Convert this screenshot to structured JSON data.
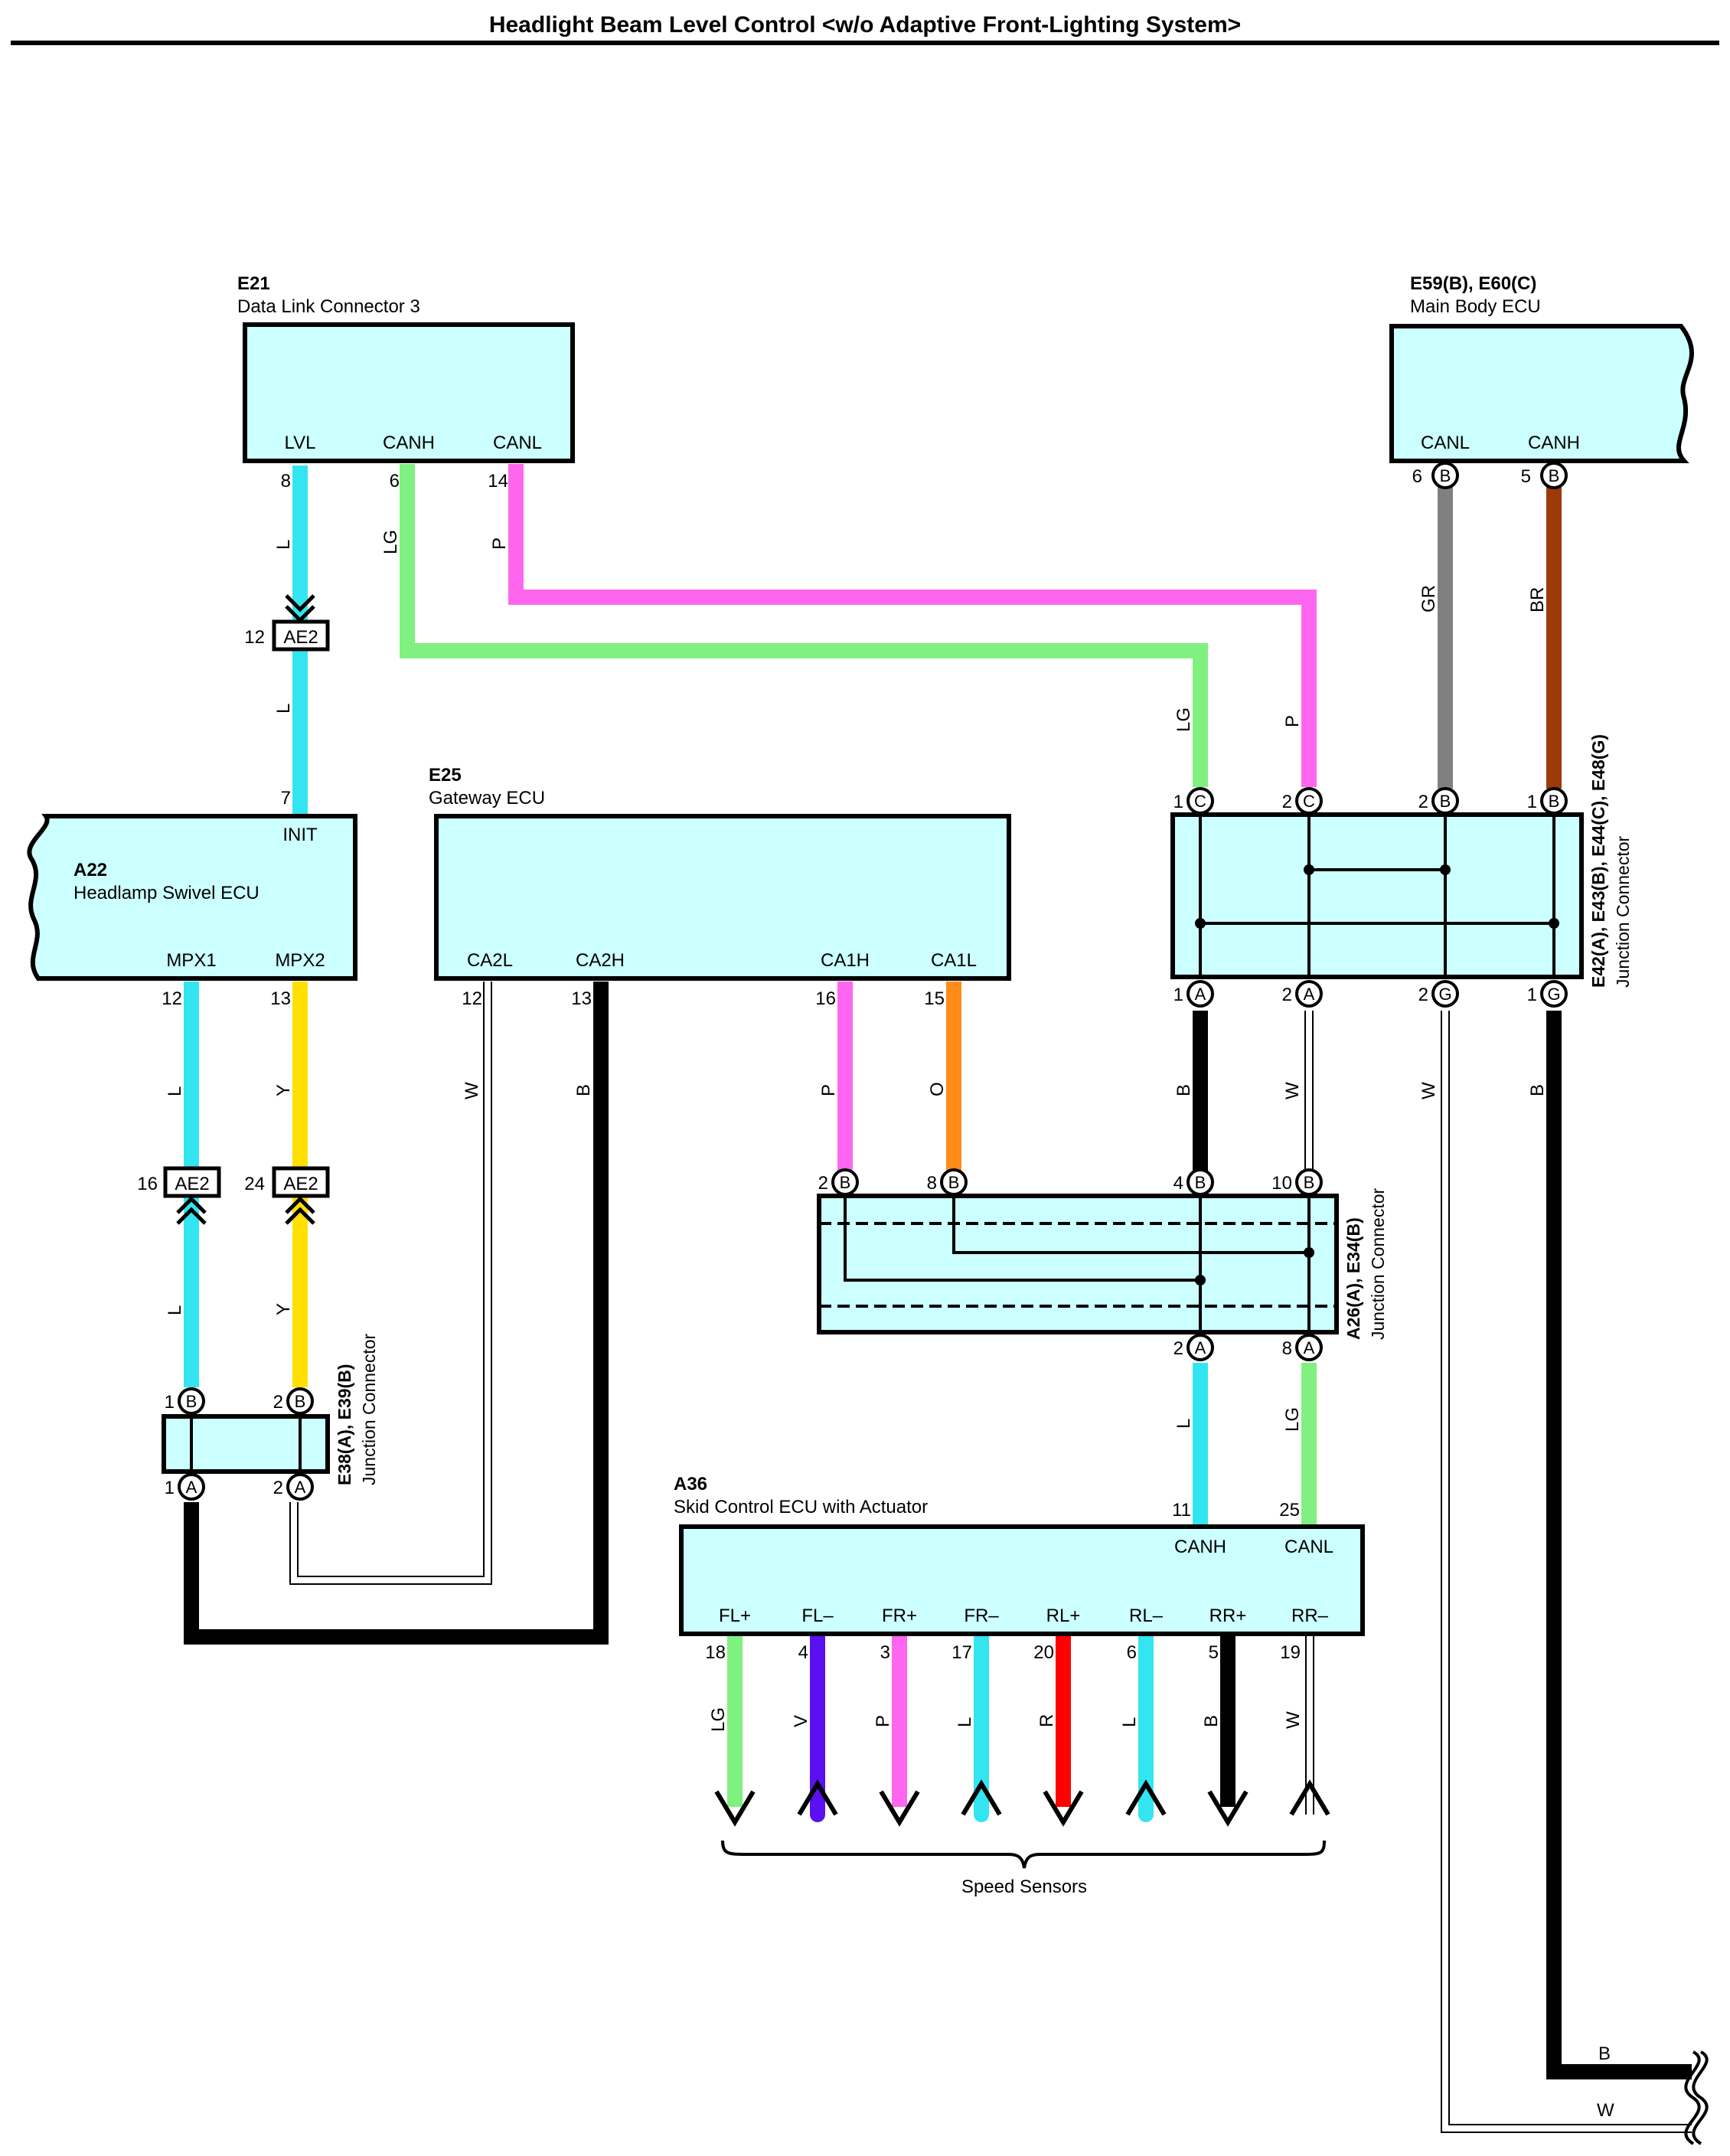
{
  "title": "Headlight Beam Level Control <w/o Adaptive Front-Lighting System>",
  "colors": {
    "L": "#33e5f0",
    "LG": "#80f080",
    "P": "#ff66f0",
    "O": "#ff8c1a",
    "Y": "#ffe000",
    "B": "#000000",
    "W": "#ffffff",
    "GR": "#808080",
    "BR": "#9c3a0a",
    "V": "#5a10f0",
    "R": "#ff0000",
    "box_fill": "#ccffff"
  },
  "components": {
    "e21": {
      "id": "E21",
      "name": "Data Link Connector 3",
      "pins": [
        "LVL",
        "CANH",
        "CANL"
      ],
      "pin_numbers": [
        "8",
        "6",
        "14"
      ]
    },
    "e59": {
      "id": "E59(B), E60(C)",
      "name": "Main Body ECU",
      "pins": [
        "CANL",
        "CANH"
      ],
      "pin_numbers": [
        "6",
        "5"
      ],
      "pin_letters": [
        "B",
        "B"
      ]
    },
    "a22": {
      "id": "A22",
      "name": "Headlamp Swivel ECU",
      "pins": [
        "INIT",
        "MPX1",
        "MPX2"
      ],
      "pin_numbers": [
        "7",
        "12",
        "13"
      ]
    },
    "e25": {
      "id": "E25",
      "name": "Gateway ECU",
      "pins": [
        "CA2L",
        "CA2H",
        "CA1H",
        "CA1L"
      ],
      "pin_numbers": [
        "12",
        "13",
        "16",
        "15"
      ]
    },
    "a36": {
      "id": "A36",
      "name": "Skid Control ECU with Actuator",
      "top_pins": [
        "CANH",
        "CANL"
      ],
      "top_pin_numbers": [
        "11",
        "25"
      ],
      "bottom_pins": [
        "FL+",
        "FL–",
        "FR+",
        "FR–",
        "RL+",
        "RL–",
        "RR+",
        "RR–"
      ],
      "bottom_pin_numbers": [
        "18",
        "4",
        "3",
        "17",
        "20",
        "6",
        "5",
        "19"
      ]
    }
  },
  "junctions": {
    "jc1": {
      "label": "E42(A), E43(B), E44(C), E48(G)",
      "sub": "Junction Connector",
      "top_numbers": [
        "1",
        "2",
        "2",
        "1"
      ],
      "top_letters": [
        "C",
        "C",
        "B",
        "B"
      ],
      "bottom_numbers": [
        "1",
        "2",
        "2",
        "1"
      ],
      "bottom_letters": [
        "A",
        "A",
        "G",
        "G"
      ]
    },
    "jc2": {
      "label": "A26(A), E34(B)",
      "sub": "Junction Connector",
      "top_numbers": [
        "2",
        "8",
        "4",
        "10"
      ],
      "top_letters": [
        "B",
        "B",
        "B",
        "B"
      ],
      "bottom_numbers": [
        "2",
        "8"
      ],
      "bottom_letters": [
        "A",
        "A"
      ]
    },
    "jc3": {
      "label": "E38(A), E39(B)",
      "sub": "Junction Connector",
      "top_numbers": [
        "1",
        "2"
      ],
      "top_letters": [
        "B",
        "B"
      ],
      "bottom_numbers": [
        "1",
        "2"
      ],
      "bottom_letters": [
        "A",
        "A"
      ]
    }
  },
  "inline_connectors": {
    "ae2_a": {
      "label": "AE2",
      "pin": "12"
    },
    "ae2_b": {
      "label": "AE2",
      "pin": "16"
    },
    "ae2_c": {
      "label": "AE2",
      "pin": "24"
    }
  },
  "wire_codes": {
    "lvl_upper": "L",
    "lvl_lower": "L",
    "canh_dlc": "LG",
    "canl_dlc": "P",
    "jc1_lg": "LG",
    "jc1_p": "P",
    "gr": "GR",
    "br": "BR",
    "mpx1_upper": "L",
    "mpx2_upper": "Y",
    "mpx1_lower": "L",
    "mpx2_lower": "Y",
    "ca2l": "W",
    "ca2h": "B",
    "ca1h": "P",
    "ca1l": "O",
    "jc1_a1": "B",
    "jc1_a2": "W",
    "jc1_g2": "W",
    "jc1_g1": "B",
    "jc2_a2": "L",
    "jc2_a8": "LG",
    "fl_plus": "LG",
    "fl_minus": "V",
    "fr_plus": "P",
    "fr_minus": "L",
    "rl_plus": "R",
    "rl_minus": "L",
    "rr_plus": "B",
    "rr_minus": "W",
    "ground_b": "B",
    "ground_w": "W"
  },
  "speed_sensors": "Speed Sensors"
}
